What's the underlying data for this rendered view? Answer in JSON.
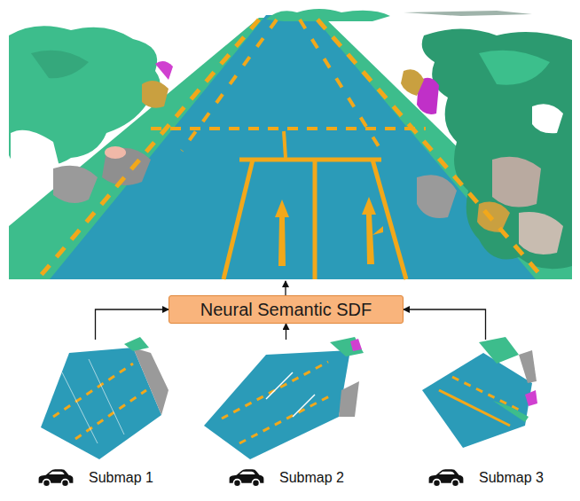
{
  "diagram": {
    "nodes": [
      {
        "text": [
          "Neural Semantic SDF"
        ]
      },
      {
        "text": [
          "Submap 1"
        ]
      },
      {
        "text": [
          "Submap 2"
        ]
      },
      {
        "text": [
          "Submap 3"
        ]
      }
    ],
    "edges": [
      {
        "from": 1,
        "to": 0,
        "arrow": "to"
      },
      {
        "from": 2,
        "to": 0,
        "arrow": "to"
      },
      {
        "from": 3,
        "to": 0,
        "arrow": "to"
      }
    ]
  }
}
